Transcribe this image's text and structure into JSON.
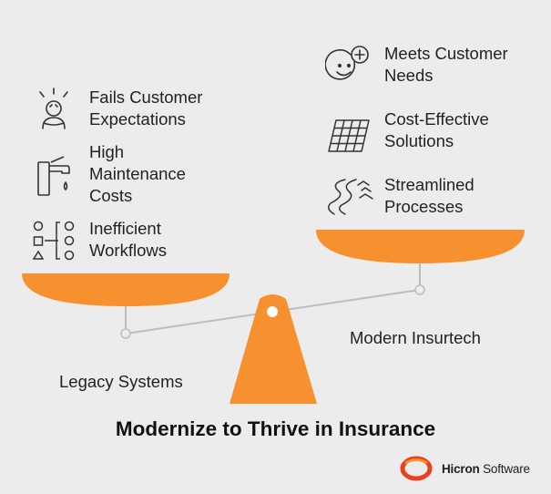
{
  "title": "Modernize to Thrive in Insurance",
  "left_side": {
    "caption": "Legacy Systems",
    "items": [
      {
        "label": "Fails Customer\nExpectations",
        "icon": "frustrated-person-icon"
      },
      {
        "label": "High\nMaintenance\nCosts",
        "icon": "dripping-faucet-icon"
      },
      {
        "label": "Inefficient\nWorkflows",
        "icon": "workflow-shapes-icon"
      }
    ]
  },
  "right_side": {
    "caption": "Modern Insurtech",
    "items": [
      {
        "label": "Meets Customer\nNeeds",
        "icon": "smiley-plus-icon"
      },
      {
        "label": "Cost-Effective\nSolutions",
        "icon": "solar-panel-icon"
      },
      {
        "label": "Streamlined\nProcesses",
        "icon": "winding-river-icon"
      }
    ]
  },
  "logo": {
    "brand": "Hicron",
    "suffix": "Software"
  },
  "colors": {
    "accent": "#f7902f",
    "background": "#ececec",
    "beam": "#bdbdbd"
  }
}
